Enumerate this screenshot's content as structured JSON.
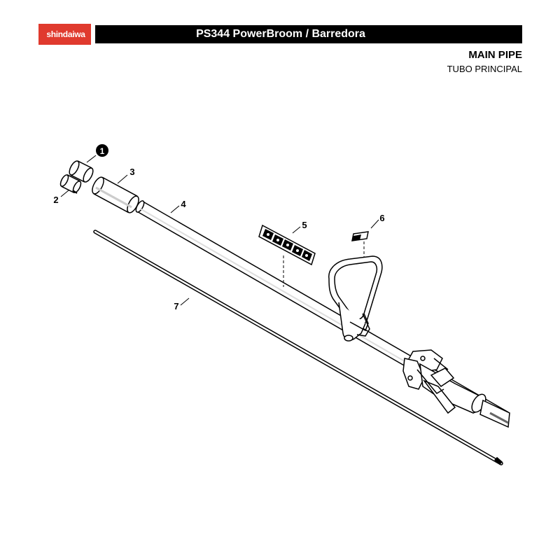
{
  "header": {
    "brand": "shindaiwa",
    "title": "PS344 PowerBroom / Barredora"
  },
  "section": {
    "title": "MAIN PIPE",
    "subtitle": "TUBO PRINCIPAL"
  },
  "callouts": [
    "1",
    "2",
    "3",
    "4",
    "5",
    "6",
    "7"
  ],
  "colors": {
    "brand_red": "#e03a2e",
    "header_bg": "#000000"
  }
}
